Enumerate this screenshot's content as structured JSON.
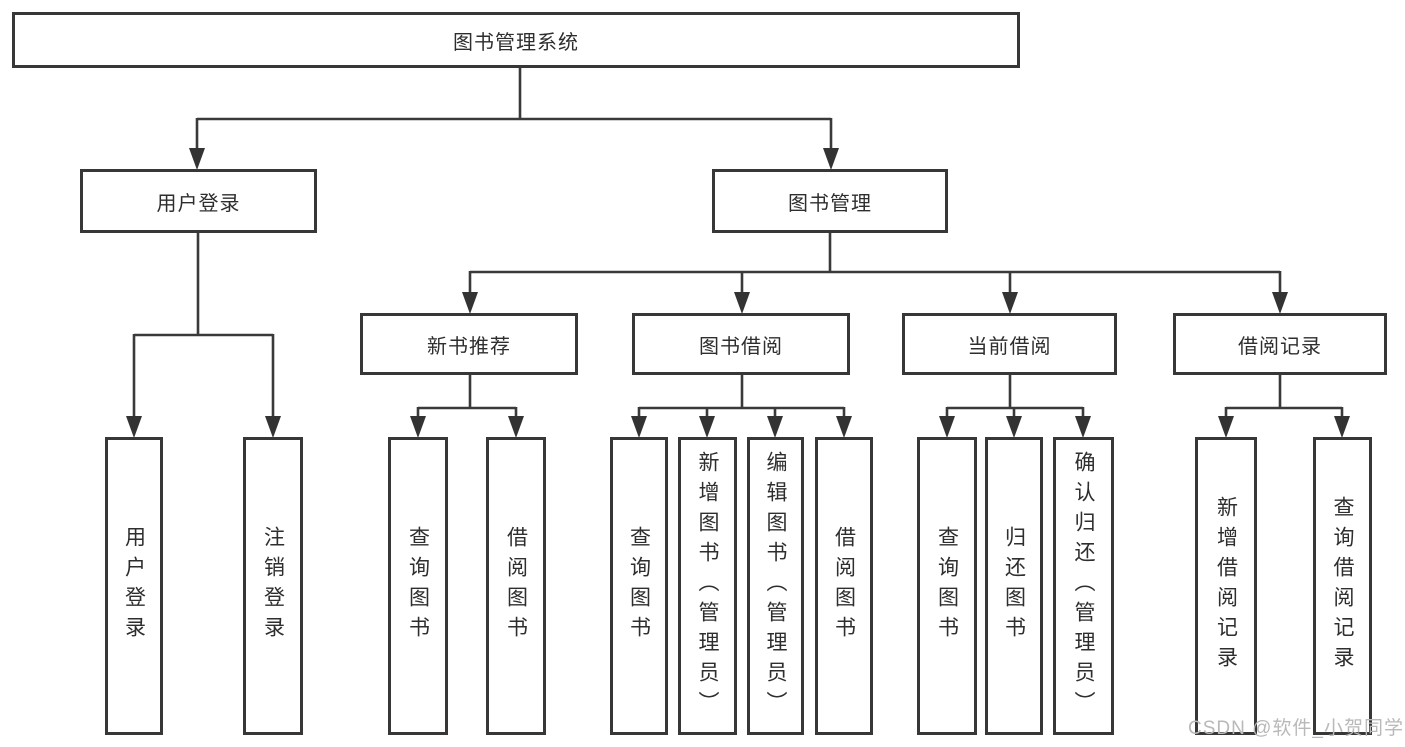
{
  "tree": {
    "root": {
      "label": "图书管理系统"
    },
    "branches": [
      {
        "label": "用户登录",
        "children": [
          {
            "label": "用户登录"
          },
          {
            "label": "注销登录"
          }
        ]
      },
      {
        "label": "图书管理",
        "children": [
          {
            "label": "新书推荐",
            "children": [
              {
                "label": "查询图书"
              },
              {
                "label": "借阅图书"
              }
            ]
          },
          {
            "label": "图书借阅",
            "children": [
              {
                "label": "查询图书"
              },
              {
                "label": "新增图书（管理员）"
              },
              {
                "label": "编辑图书（管理员）"
              },
              {
                "label": "借阅图书"
              }
            ]
          },
          {
            "label": "当前借阅",
            "children": [
              {
                "label": "查询图书"
              },
              {
                "label": "归还图书"
              },
              {
                "label": "确认归还（管理员）"
              }
            ]
          },
          {
            "label": "借阅记录",
            "children": [
              {
                "label": "新增借阅记录"
              },
              {
                "label": "查询借阅记录"
              }
            ]
          }
        ]
      }
    ]
  },
  "watermark": {
    "text": "CSDN @软件_小贺同学"
  },
  "colors": {
    "line": "#3a3a3a",
    "border": "#373737",
    "text": "#2e2e2e",
    "watermark": "#b9b9b9",
    "background": "#ffffff"
  }
}
